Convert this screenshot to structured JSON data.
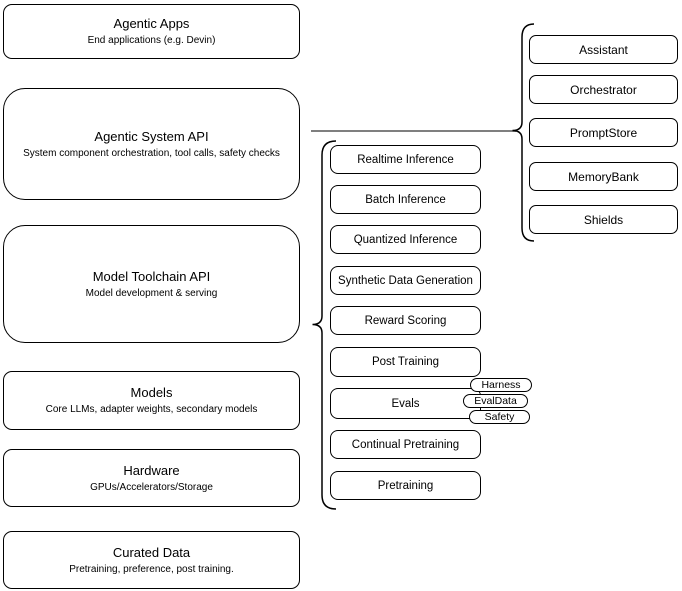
{
  "diagram": {
    "left_stack": [
      {
        "title": "Agentic Apps",
        "subtitle": "End applications (e.g. Devin)"
      },
      {
        "title": "Agentic System API",
        "subtitle": "System component orchestration, tool calls, safety checks"
      },
      {
        "title": "Model Toolchain API",
        "subtitle": "Model development & serving"
      },
      {
        "title": "Models",
        "subtitle": "Core LLMs, adapter weights, secondary models"
      },
      {
        "title": "Hardware",
        "subtitle": "GPUs/Accelerators/Storage"
      },
      {
        "title": "Curated Data",
        "subtitle": "Pretraining, preference, post training."
      }
    ],
    "toolchain_items": [
      "Realtime Inference",
      "Batch Inference",
      "Quantized Inference",
      "Synthetic Data Generation",
      "Reward Scoring",
      "Post Training",
      "Evals",
      "Continual Pretraining",
      "Pretraining"
    ],
    "eval_tags": [
      "Harness",
      "EvalData",
      "Safety"
    ],
    "system_components": [
      "Assistant",
      "Orchestrator",
      "PromptStore",
      "MemoryBank",
      "Shields"
    ],
    "colors": {
      "stroke": "#000000",
      "fill": "#ffffff",
      "connector_line": "#7f7f7f",
      "text": "#000000"
    }
  }
}
